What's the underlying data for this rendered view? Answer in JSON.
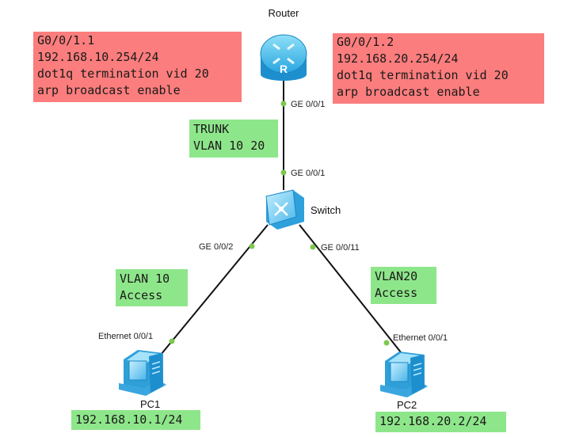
{
  "devices": {
    "router": "Router",
    "switch": "Switch",
    "pc1": "PC1",
    "pc2": "PC2"
  },
  "ports": {
    "router_down": "GE 0/0/1",
    "switch_up": "GE 0/0/1",
    "switch_left": "GE 0/0/2",
    "switch_right": "GE 0/0/11",
    "pc1_eth": "Ethernet 0/0/1",
    "pc2_eth": "Ethernet 0/0/1"
  },
  "notes": {
    "sub1": [
      "G0/0/1.1",
      "192.168.10.254/24",
      "dot1q termination vid 20",
      "arp broadcast enable"
    ],
    "sub2": [
      "G0/0/1.2",
      "192.168.20.254/24",
      "dot1q termination vid 20",
      "arp broadcast enable"
    ],
    "trunk": [
      "TRUNK",
      "VLAN 10 20"
    ],
    "vlan10": [
      "VLAN 10",
      "Access"
    ],
    "vlan20": [
      "VLAN20",
      "Access"
    ],
    "pc1_ip": "192.168.10.1/24",
    "pc2_ip": "192.168.20.2/24"
  },
  "colors": {
    "config_note": "#fc7d7d",
    "vlan_note": "#8ee68a",
    "link": "#111111",
    "port_dot": "#7ec850"
  }
}
